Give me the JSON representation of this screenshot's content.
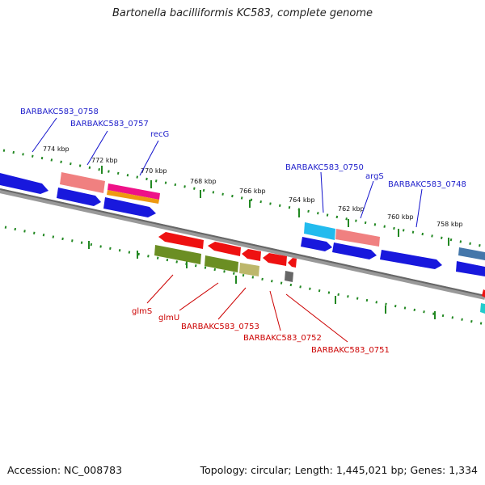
{
  "title": "Bartonella bacilliformis KC583, complete genome",
  "footer": {
    "accession": "Accession: NC_008783",
    "summary": "Topology: circular; Length: 1,445,021 bp; Genes: 1,334"
  },
  "axis_labels": [
    "774 kbp",
    "772 kbp",
    "770 kbp",
    "768 kbp",
    "766 kbp",
    "764 kbp",
    "762 kbp",
    "760 kbp",
    "758 kbp"
  ],
  "gene_labels_top": [
    "BARBAKC583_0758",
    "BARBAKC583_0757",
    "recG",
    "BARBAKC583_0750",
    "argS",
    "BARBAKC583_0748"
  ],
  "gene_labels_bottom": [
    "glmS",
    "glmU",
    "BARBAKC583_0753",
    "BARBAKC583_0752",
    "BARBAKC583_0751"
  ],
  "colors": {
    "forward_cds": "#1010dd",
    "reverse_cds": "#ee1111",
    "tick_green": "#228822",
    "backbone": "#888888",
    "label_top": "#2222cc",
    "label_bottom": "#cc0000"
  }
}
